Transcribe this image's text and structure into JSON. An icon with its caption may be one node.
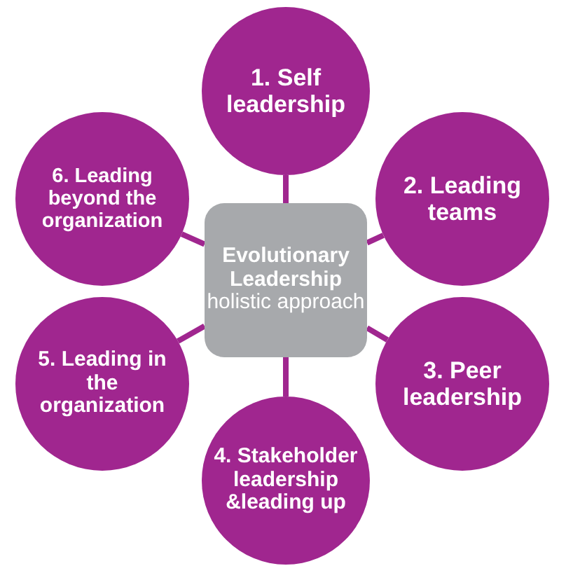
{
  "diagram": {
    "nodes": [
      {
        "text": [
          "1. Self leadership"
        ]
      },
      {
        "text": [
          "2. Leading teams"
        ]
      },
      {
        "text": [
          "3. Peer leadership"
        ]
      },
      {
        "text": [
          "4. Stakeholder leadership &leading up"
        ]
      },
      {
        "text": [
          "5. Leading in the organization"
        ]
      },
      {
        "text": [
          "6. Leading beyond the organization"
        ]
      },
      {
        "text": [
          "Evolutionary Leadership",
          "holistic approach"
        ]
      }
    ],
    "edges": [
      {
        "from": 6,
        "to": 0,
        "arrow": "none"
      },
      {
        "from": 6,
        "to": 1,
        "arrow": "none"
      },
      {
        "from": 6,
        "to": 2,
        "arrow": "none"
      },
      {
        "from": 6,
        "to": 3,
        "arrow": "none"
      },
      {
        "from": 6,
        "to": 4,
        "arrow": "none"
      },
      {
        "from": 6,
        "to": 5,
        "arrow": "none"
      }
    ]
  }
}
